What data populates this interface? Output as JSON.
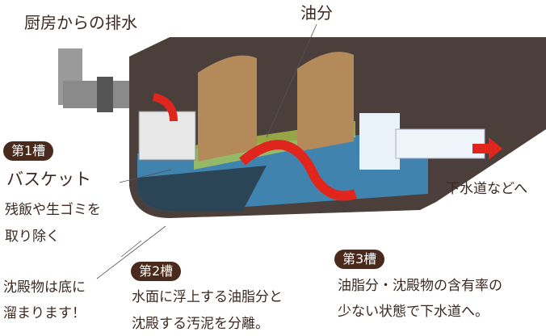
{
  "labels": {
    "inflow": "厨房からの排水",
    "oil": "油分",
    "outflow": "下水道などへ",
    "sediment_1": "沈殿物は底に",
    "sediment_2": "溜まります！"
  },
  "tanks": [
    {
      "badge": "第1槽",
      "title": "バスケット",
      "lines": [
        "残飯や生ゴミを",
        "取り除く"
      ]
    },
    {
      "badge": "第2槽",
      "lines": [
        "水面に浮上する油脂分と",
        "沈殿する汚泥を分離。"
      ]
    },
    {
      "badge": "第3槽",
      "lines": [
        "油脂分・沈殿物の含有率の",
        "少ない状態で下水道へ。"
      ]
    }
  ],
  "colors": {
    "tank": "#4a3f3b",
    "water": "#3f8fc4",
    "badge": "#4a2a1c",
    "arrow": "#e0261c",
    "oil": "#b8d24a",
    "baffle": "#b58a5a"
  }
}
